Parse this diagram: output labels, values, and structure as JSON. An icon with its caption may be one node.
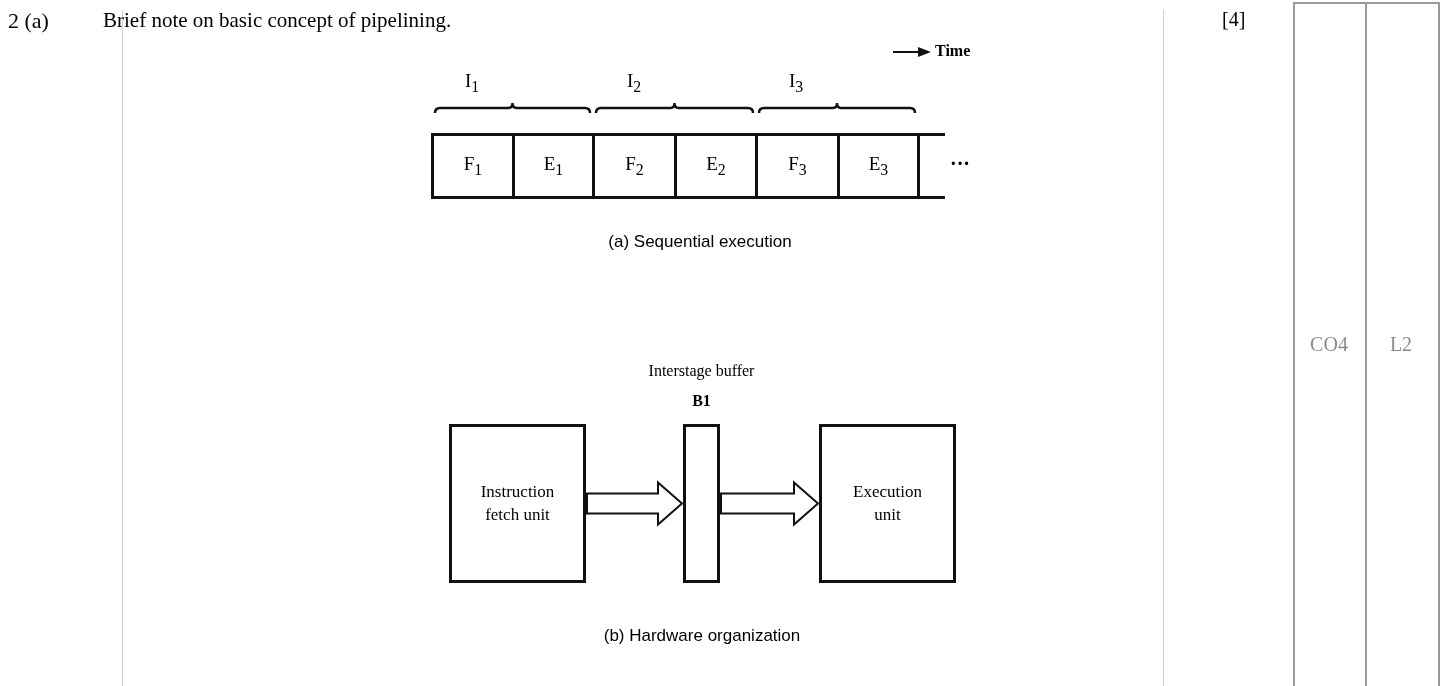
{
  "diagram": {
    "nodes": [
      {
        "text": [
          "F$_{1}$"
        ]
      },
      {
        "text": [
          "E$_{1}$"
        ]
      },
      {
        "text": [
          "F$_{2}$"
        ]
      },
      {
        "text": [
          "E$_{2}$"
        ]
      },
      {
        "text": [
          "F$_{3}$"
        ]
      },
      {
        "text": [
          "E$_{3}$"
        ]
      },
      {
        "text": [
          "Instruction fetch unit"
        ]
      },
      {
        "text": [
          "Interstage buffer",
          "B1"
        ]
      },
      {
        "text": [
          "Execution unit"
        ]
      }
    ],
    "edges": [
      {
        "from": 6,
        "to": 7,
        "arrow": "to",
        "style": "thick"
      },
      {
        "from": 7,
        "to": 8,
        "arrow": "to",
        "style": "thick"
      }
    ],
    "labels": [
      "2 (a)",
      "Brief note on basic concept of pipelining.",
      "[4]",
      "Time",
      "I$_{1}$",
      "I$_{2}$",
      "I$_{3}$",
      "···",
      "(a) Sequential execution",
      "(b) Hardware organization",
      "CO4",
      "L2"
    ]
  }
}
